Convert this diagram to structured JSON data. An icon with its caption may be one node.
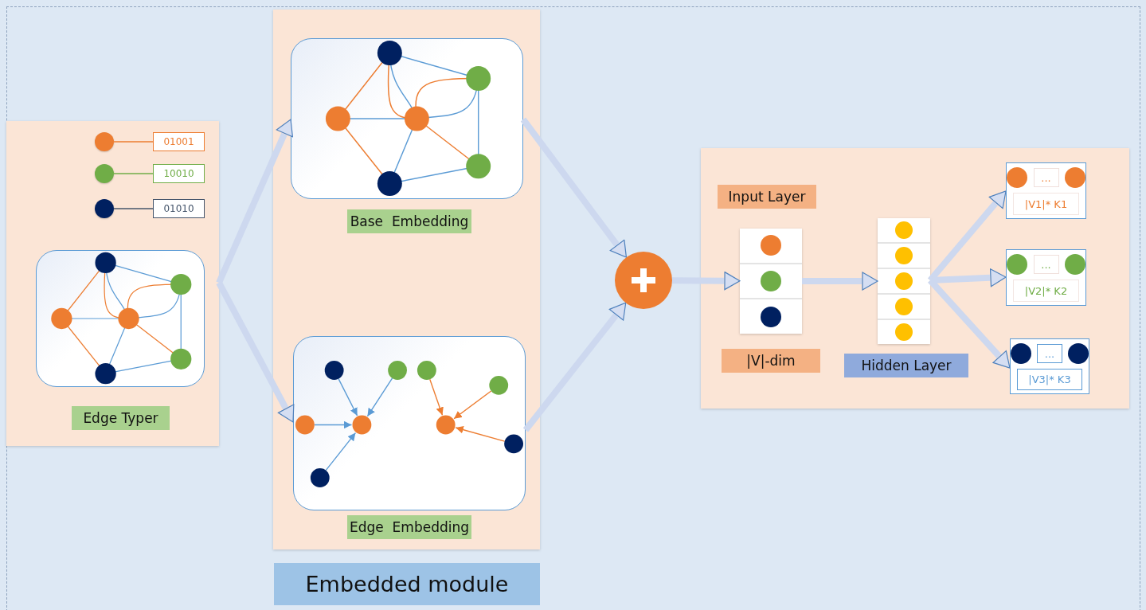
{
  "diagram": {
    "nodes": [
      {
        "text": [],
        "shape": "box"
      },
      {
        "text": [],
        "shape": "circle",
        "in": 0
      },
      {
        "text": [
          "01001"
        ],
        "in": 0
      },
      {
        "text": [],
        "shape": "circle",
        "in": 0
      },
      {
        "text": [
          "10010"
        ],
        "in": 0
      },
      {
        "text": [],
        "shape": "circle",
        "in": 0
      },
      {
        "text": [
          "01010"
        ],
        "in": 0
      },
      {
        "text": [],
        "shape": "picture",
        "in": 0
      },
      {
        "text": [
          "Edge Typer"
        ],
        "in": 0
      },
      {
        "text": [],
        "shape": "box"
      },
      {
        "text": [],
        "shape": "picture",
        "in": 9
      },
      {
        "text": [
          "Base  Embedding"
        ],
        "in": 9
      },
      {
        "text": [],
        "shape": "picture",
        "in": 9
      },
      {
        "text": [
          "Edge  Embedding"
        ],
        "in": 9
      },
      {
        "text": [
          "Embedded module"
        ]
      },
      {
        "text": [],
        "shape": "circle"
      },
      {
        "text": [],
        "shape": "box"
      },
      {
        "text": [
          "Input Layer"
        ],
        "in": 16
      },
      {
        "text": [],
        "shape": "box",
        "in": 16
      },
      {
        "text": [
          "|V|-dim"
        ],
        "in": 16
      },
      {
        "text": [],
        "shape": "box",
        "in": 16
      },
      {
        "text": [
          "Hidden Layer"
        ],
        "in": 16
      },
      {
        "text": [
          "...",
          "|V1|* K1"
        ],
        "in": 16
      },
      {
        "text": [
          "...",
          "|V2|* K2"
        ],
        "in": 16
      },
      {
        "text": [
          "...",
          "|V3|* K3"
        ],
        "in": 16
      }
    ],
    "edges": [
      {
        "from": 1,
        "to": 2,
        "arrow": "none",
        "color": "#ed7d31"
      },
      {
        "from": 3,
        "to": 4,
        "arrow": "none",
        "color": "#70ad47"
      },
      {
        "from": 5,
        "to": 6,
        "arrow": "none",
        "color": "#44546a"
      },
      {
        "from": 0,
        "to": 10,
        "arrow": "to"
      },
      {
        "from": 0,
        "to": 12,
        "arrow": "to"
      },
      {
        "from": 10,
        "to": 15,
        "arrow": "to"
      },
      {
        "from": 12,
        "to": 15,
        "arrow": "to"
      },
      {
        "from": 15,
        "to": 18,
        "arrow": "to"
      },
      {
        "from": 18,
        "to": 20,
        "arrow": "to"
      },
      {
        "from": 20,
        "to": 22,
        "arrow": "to"
      },
      {
        "from": 20,
        "to": 23,
        "arrow": "to"
      },
      {
        "from": 20,
        "to": 24,
        "arrow": "to"
      }
    ]
  }
}
